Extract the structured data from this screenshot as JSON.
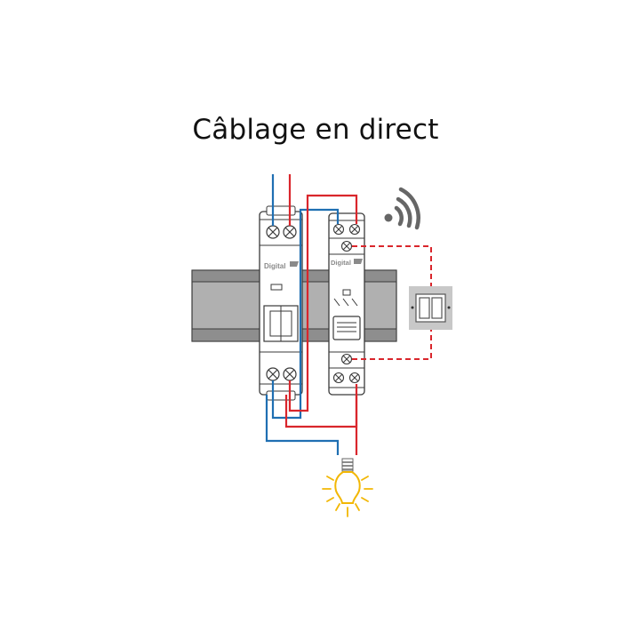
{
  "title": "Câblage en direct",
  "breaker": {
    "brand_label": "Digital"
  },
  "module": {
    "brand_label": "Digital"
  },
  "colors": {
    "neutral_wire": "#1f6fb2",
    "live_wire": "#d9262c",
    "rail": "#b0b0b0",
    "rail_dark": "#5a5a5a",
    "module_outline": "#3a3a3a",
    "bulb": "#f2b705",
    "switch_plate": "#c8c8c8"
  },
  "icons": {
    "wireless": "wireless-signal-icon",
    "bulb": "light-bulb-icon",
    "switch": "double-push-button-icon"
  }
}
